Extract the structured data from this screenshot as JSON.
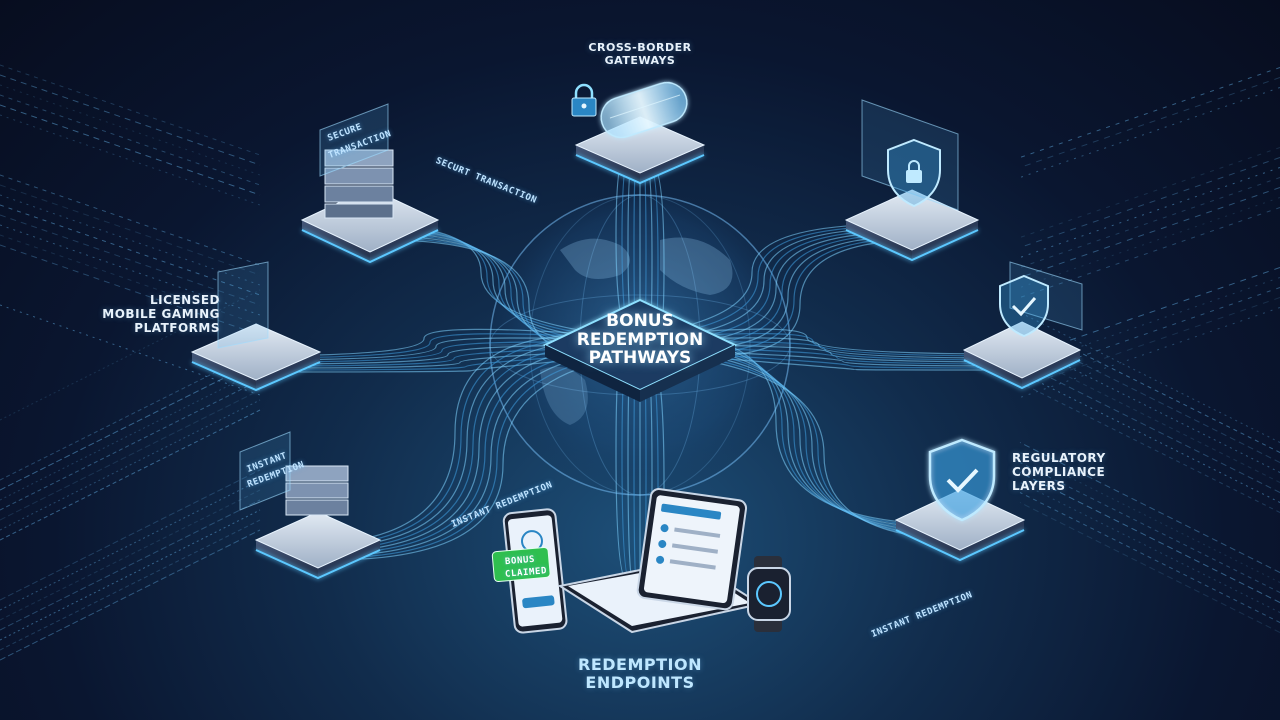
{
  "center": {
    "line1": "BONUS",
    "line2": "REDEMPTION",
    "line3": "PATHWAYS"
  },
  "labels": {
    "gateways": {
      "line1": "CROSS-BORDER",
      "line2": "GATEWAYS"
    },
    "licensed": {
      "line1": "LICENSED",
      "line2": "MOBILE GAMING",
      "line3": "PLATFORMS"
    },
    "regulatory": {
      "line1": "REGULATORY",
      "line2": "COMPLIANCE",
      "line3": "LAYERS"
    },
    "endpoints": {
      "line1": "REDEMPTION",
      "line2": "ENDPOINTS"
    }
  },
  "tags": {
    "secure_panel_1": "SECURE",
    "secure_panel_2": "TRANSACTION",
    "secure_transaction": "SECURT TRANSACTION",
    "instant_panel_1": "INSTANT",
    "instant_panel_2": "REDEMPTION",
    "instant_redemption_mid": "INSTANT REDEMPTION",
    "instant_redemption_right": "INSTANT REDEMPTION",
    "phone_badge_1": "BONUS",
    "phone_badge_2": "CLAIMED"
  },
  "colors": {
    "accent": "#5cc8ff",
    "glow": "#8fe0ff",
    "platform_top": "#cfd8e3",
    "platform_side": "#3a4a63",
    "badge_green": "#2fbf4f"
  },
  "icons": {
    "lock": "lock-icon",
    "shield": "shield-icon",
    "shield_check": "shield-check-icon",
    "server": "server-icon",
    "globe": "globe-icon",
    "phone": "smartphone-icon",
    "tablet": "tablet-icon",
    "watch": "smartwatch-icon"
  }
}
